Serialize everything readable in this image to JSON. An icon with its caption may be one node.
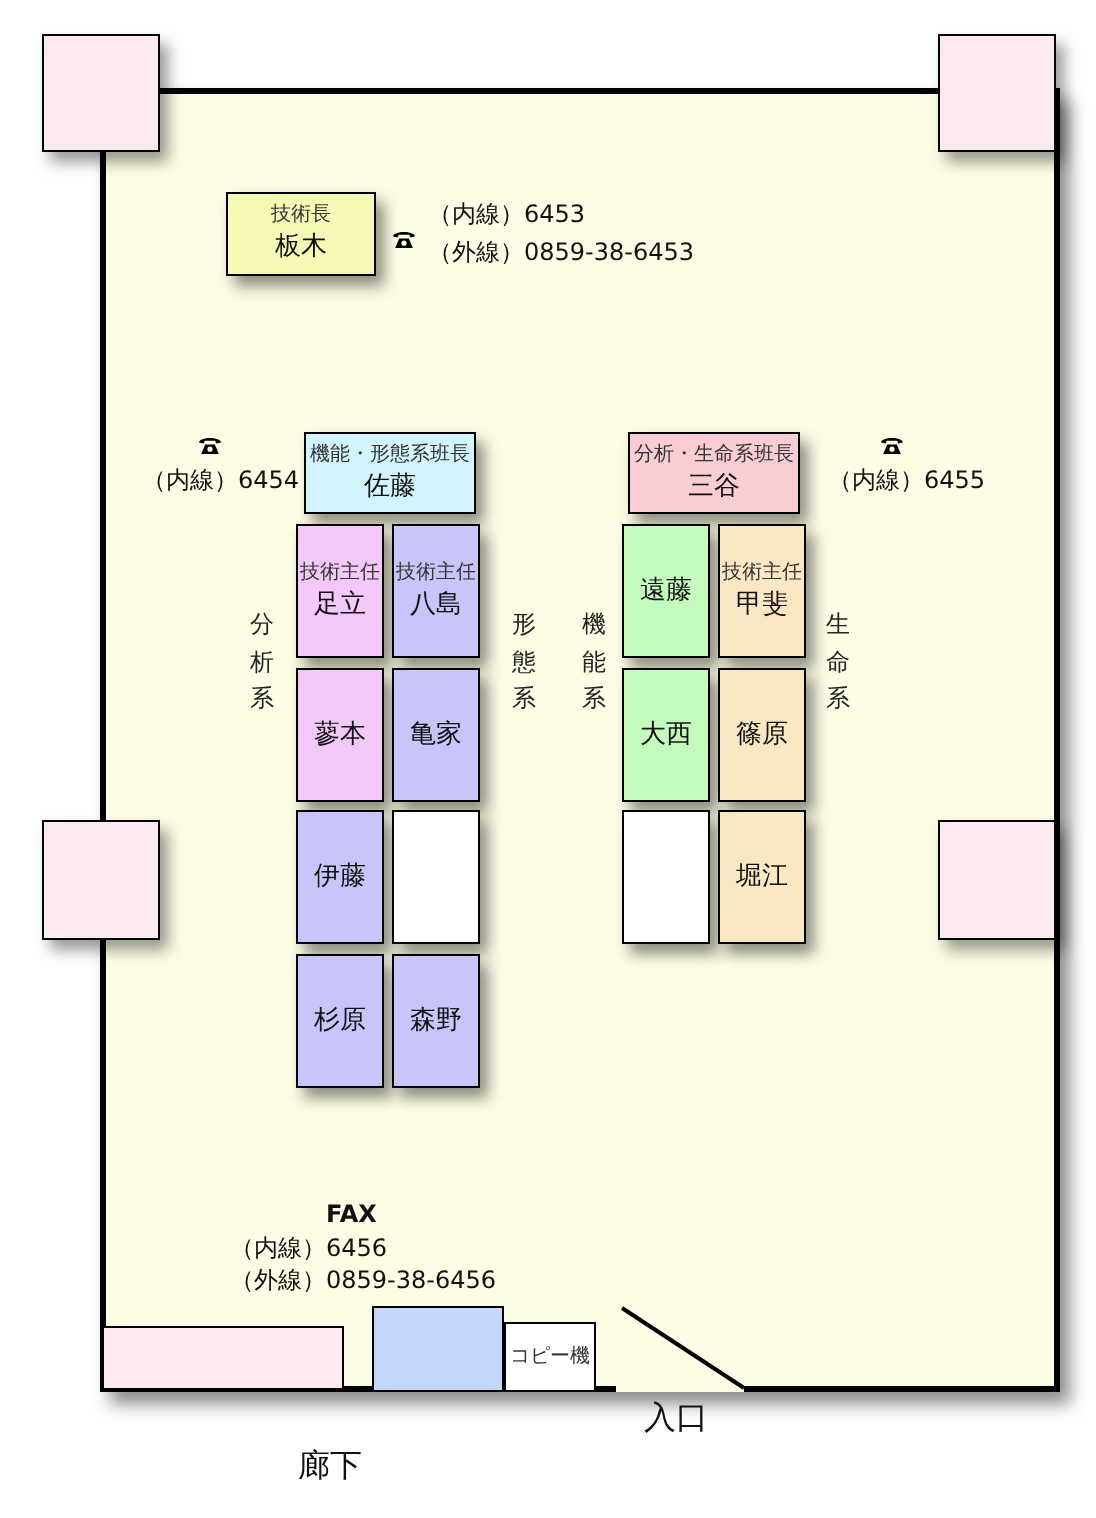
{
  "diagram": {
    "nodes": [
      {
        "text": [
          "技術長",
          "板木"
        ]
      },
      {
        "text": [
          "機能・形態系班長",
          "佐藤"
        ]
      },
      {
        "text": [
          "分析・生命系班長",
          "三谷"
        ]
      },
      {
        "text": [
          "技術主任",
          "足立"
        ]
      },
      {
        "text": [
          "技術主任",
          "八島"
        ]
      },
      {
        "text": [
          "遠藤"
        ]
      },
      {
        "text": [
          "技術主任",
          "甲斐"
        ]
      },
      {
        "text": [
          "蓼本"
        ]
      },
      {
        "text": [
          "亀家"
        ]
      },
      {
        "text": [
          "大西"
        ]
      },
      {
        "text": [
          "篠原"
        ]
      },
      {
        "text": [
          "伊藤"
        ]
      },
      {
        "text": [],
        "shape": "box"
      },
      {
        "text": [],
        "shape": "box"
      },
      {
        "text": [
          "堀江"
        ]
      },
      {
        "text": [
          "杉原"
        ]
      },
      {
        "text": [
          "森野"
        ]
      },
      {
        "text": [],
        "shape": "box"
      },
      {
        "text": [],
        "shape": "box"
      },
      {
        "text": [
          "コピー機"
        ]
      }
    ],
    "labels": [
      "（内線）6453",
      "（外線）0859-38-6453",
      "（内線）6454",
      "（内線）6455",
      "分析系",
      "形態系",
      "機能系",
      "生命系",
      "FAX",
      "（内線）6456",
      "（外線）0859-38-6456",
      "入口",
      "廊下"
    ]
  }
}
